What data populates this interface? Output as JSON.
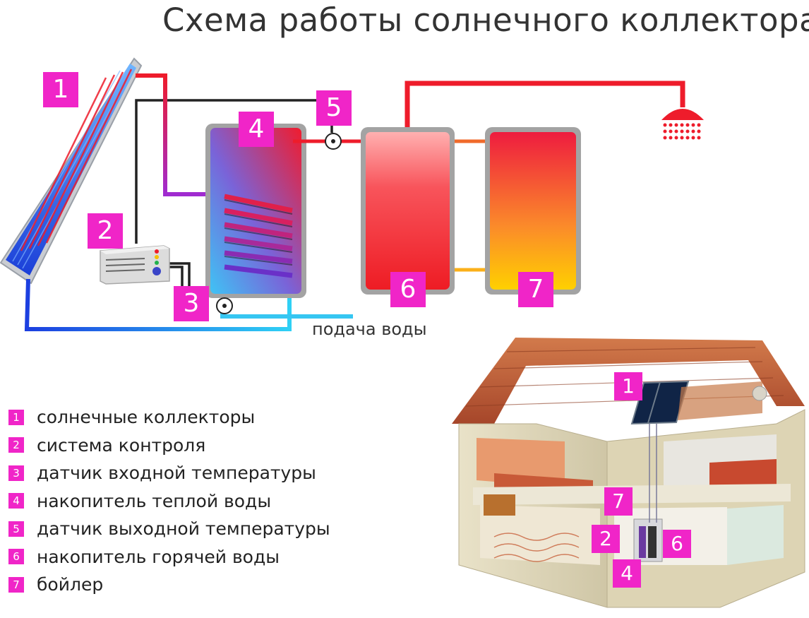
{
  "title": "Схема работы солнечного коллектора",
  "supply_label": "подача воды",
  "badges": [
    "1",
    "2",
    "3",
    "4",
    "5",
    "6",
    "7"
  ],
  "legend": [
    {
      "num": "1",
      "text": "солнечные коллекторы"
    },
    {
      "num": "2",
      "text": "система контроля"
    },
    {
      "num": "3",
      "text": "датчик входной температуры"
    },
    {
      "num": "4",
      "text": "накопитель теплой воды"
    },
    {
      "num": "5",
      "text": "датчик выходной температуры"
    },
    {
      "num": "6",
      "text": "накопитель горячей воды"
    },
    {
      "num": "7",
      "text": "бойлер"
    }
  ],
  "colors": {
    "badge": "#f025c8",
    "hot_pipe": "#ee1c2b",
    "cold_pipe": "#1c4fe0",
    "supply_pipe": "#36c6f2",
    "control_wire": "#222222"
  }
}
